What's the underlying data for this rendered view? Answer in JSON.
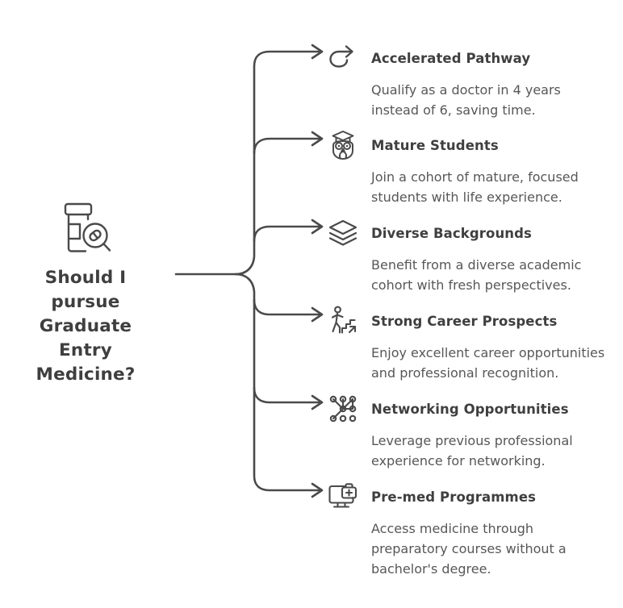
{
  "palette": {
    "background": "#ffffff",
    "stroke": "#4a4a4a",
    "heading_text": "#3f3f3f",
    "body_text": "#575757",
    "icon_stroke": "#4a4a4a"
  },
  "center": {
    "icon": "pill-bottle-magnifier-icon",
    "title": "Should I pursue Graduate Entry Medicine?",
    "title_lines": [
      "Should I",
      "pursue",
      "Graduate",
      "Entry",
      "Medicine?"
    ]
  },
  "branches": [
    {
      "icon": "curved-arrow-icon",
      "title": "Accelerated Pathway",
      "description": "Qualify as a doctor in 4 years instead of 6, saving time."
    },
    {
      "icon": "owl-graduate-icon",
      "title": "Mature Students",
      "description": "Join a cohort of mature, focused students with life experience."
    },
    {
      "icon": "stacked-layers-icon",
      "title": "Diverse Backgrounds",
      "description": "Benefit from a diverse academic cohort with fresh perspectives."
    },
    {
      "icon": "person-climbing-stairs-icon",
      "title": "Strong Career Prospects",
      "description": "Enjoy excellent career opportunities and professional recognition."
    },
    {
      "icon": "network-nodes-icon",
      "title": "Networking Opportunities",
      "description": "Leverage previous professional experience for networking."
    },
    {
      "icon": "monitor-medical-kit-icon",
      "title": "Pre-med Programmes",
      "description": "Access medicine through preparatory courses without a bachelor's degree."
    }
  ]
}
